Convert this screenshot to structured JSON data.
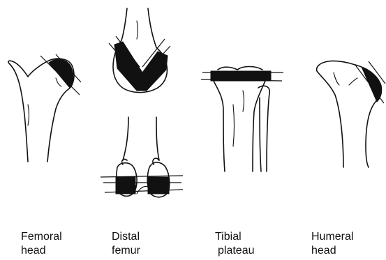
{
  "labels": {
    "femoral_head": {
      "line1": "Femoral",
      "line2": "head"
    },
    "distal_femur": {
      "line1": "Distal",
      "line2": "femur"
    },
    "tibial_plateau": {
      "line1": "Tibial",
      "line2": "plateau"
    },
    "humeral_head": {
      "line1": "Humeral",
      "line2": "head"
    }
  }
}
